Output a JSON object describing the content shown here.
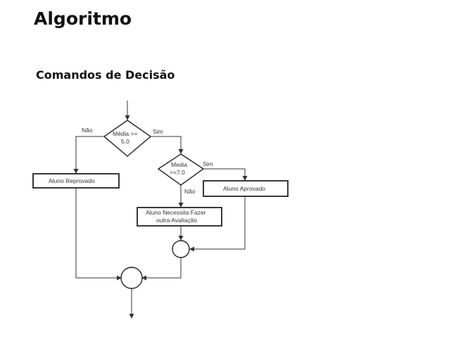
{
  "header": {
    "title": "Algoritmo",
    "subtitle": "Comandos de Decisão"
  },
  "flowchart": {
    "decision1": {
      "line1": "Média >=",
      "line2": "5.0"
    },
    "decision2": {
      "line1": "Media",
      "line2": ">=7.0"
    },
    "box_reprovado": "Aluno Reprovado",
    "box_aprovado": "Aluno Aprovado",
    "box_avaliacao": {
      "line1": "Aluno Necessita Fazer",
      "line2": "outra Avaliação"
    },
    "label_nao_1": "Não",
    "label_sim_1": "Sim",
    "label_sim_2": "Sim",
    "label_nao_2": "Não"
  }
}
